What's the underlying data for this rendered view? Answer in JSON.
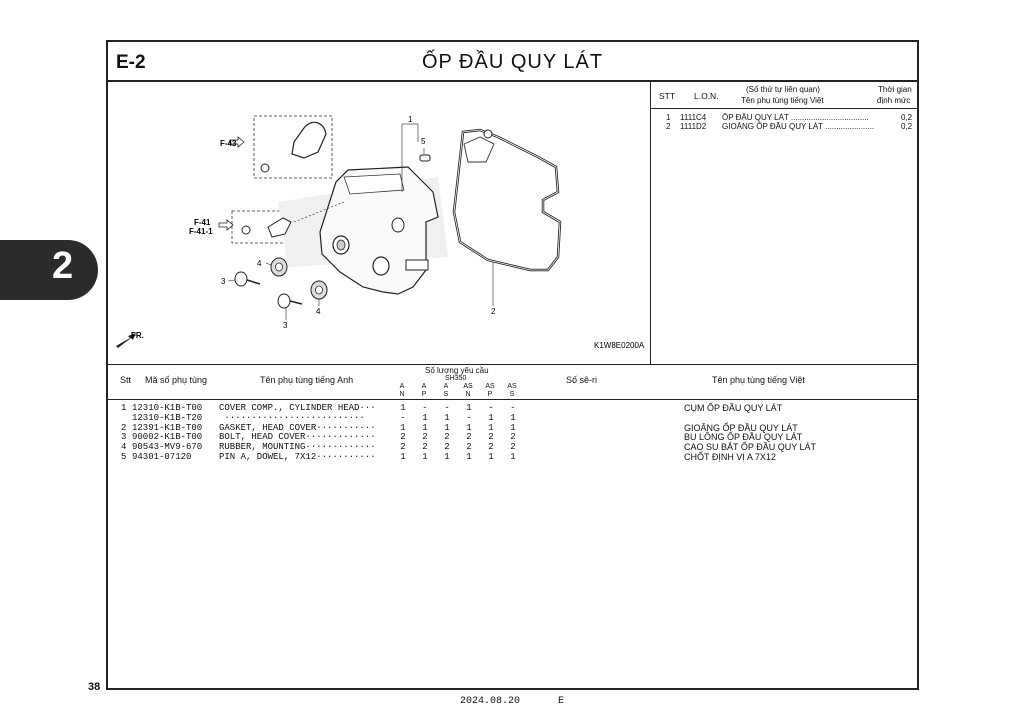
{
  "header": {
    "section_code": "E-2",
    "title": "ỐP  ĐẦU QUY LÁT"
  },
  "tab": {
    "number": "2"
  },
  "diagram": {
    "callouts": [
      "1",
      "2",
      "3",
      "3",
      "4",
      "4",
      "5"
    ],
    "refs": [
      "F-43",
      "F-41",
      "F-41-1"
    ],
    "front_label": "FR.",
    "image_code": "K1W8E0200A"
  },
  "ref_table": {
    "headers": {
      "stt": "STT",
      "lon": "L.O.N.",
      "desc_line1": "(Số thứ tự liên quan)",
      "desc_line2": "Tên phụ tùng tiếng Việt",
      "time_line1": "Thời gian",
      "time_line2": "định mức"
    },
    "rows": [
      {
        "stt": "1",
        "lon": "1111C4",
        "name": "ỐP ĐẦU QUY LÁT ...................................",
        "time": "0,2"
      },
      {
        "stt": "2",
        "lon": "1111D2",
        "name": "GIOĂNG ỐP ĐẦU QUY LÁT ......................",
        "time": "0,2"
      }
    ]
  },
  "parts_table": {
    "headers": {
      "stt": "Stt",
      "part_no": "Mã số phụ tùng",
      "name_en": "Tên phụ tùng tiếng Anh",
      "qty_title": "Số lượng yêu cầu",
      "model": "SH350",
      "serial": "Số sê-ri",
      "name_vn": "Tên phụ tùng tiếng Việt"
    },
    "model_columns": [
      {
        "top": "A",
        "bottom": "N"
      },
      {
        "top": "A",
        "bottom": "P"
      },
      {
        "top": "A",
        "bottom": "S"
      },
      {
        "top": "AS",
        "bottom": "N"
      },
      {
        "top": "AS",
        "bottom": "P"
      },
      {
        "top": "AS",
        "bottom": "S"
      }
    ],
    "rows": [
      {
        "stt": "1",
        "part_no": "12310-K1B-T00",
        "name_en": "COVER COMP., CYLINDER HEAD···",
        "qty": [
          "1",
          "-",
          "-",
          "1",
          "-",
          "-"
        ],
        "name_vn": "CỤM ỐP ĐẦU QUY LÁT"
      },
      {
        "stt": "",
        "part_no": "12310-K1B-T20",
        "name_en": " ··························",
        "qty": [
          "-",
          "1",
          "1",
          "-",
          "1",
          "1"
        ],
        "name_vn": ""
      },
      {
        "stt": "2",
        "part_no": "12391-K1B-T00",
        "name_en": "GASKET, HEAD COVER···········",
        "qty": [
          "1",
          "1",
          "1",
          "1",
          "1",
          "1"
        ],
        "name_vn": "GIOĂNG ỐP ĐẦU QUY LÁT"
      },
      {
        "stt": "3",
        "part_no": "90002-K1B-T00",
        "name_en": "BOLT, HEAD COVER·············",
        "qty": [
          "2",
          "2",
          "2",
          "2",
          "2",
          "2"
        ],
        "name_vn": "BU LÔNG ỐP ĐẦU QUY LÁT"
      },
      {
        "stt": "4",
        "part_no": "90543-MV9-670",
        "name_en": "RUBBER, MOUNTING·············",
        "qty": [
          "2",
          "2",
          "2",
          "2",
          "2",
          "2"
        ],
        "name_vn": "CAO SU BẮT ỐP ĐẦU QUY LÁT"
      },
      {
        "stt": "5",
        "part_no": "94301-07120",
        "name_en": "PIN A, DOWEL, 7X12···········",
        "qty": [
          "1",
          "1",
          "1",
          "1",
          "1",
          "1"
        ],
        "name_vn": "CHỐT ĐỊNH VỊ A 7X12"
      }
    ]
  },
  "footer": {
    "page_number": "38",
    "date": "2024.08.20",
    "edition": "E"
  }
}
